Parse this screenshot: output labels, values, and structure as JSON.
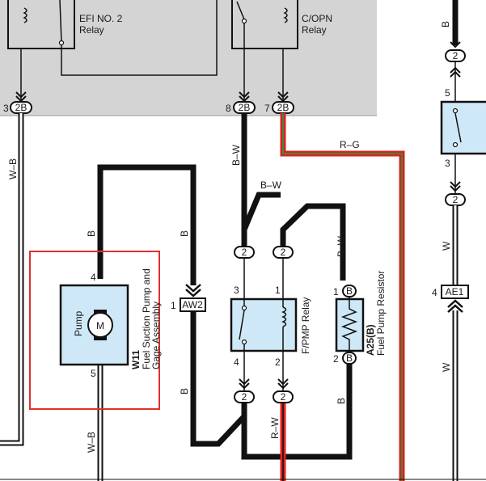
{
  "relays_top": {
    "efi_no2": {
      "name": "EFI NO. 2",
      "sub": "Relay"
    },
    "copn": {
      "name": "C/OPN",
      "sub": "Relay"
    }
  },
  "connectors": {
    "c2b": "2B",
    "c2": "2",
    "cb": "B",
    "aw2": "AW2",
    "ae1": "AE1"
  },
  "pins": {
    "p1": "1",
    "p2": "2",
    "p3": "3",
    "p4": "4",
    "p5": "5",
    "p7": "7",
    "p8": "8"
  },
  "wires": {
    "wb": "W–B",
    "bw": "B–W",
    "rg": "R–G",
    "b": "B",
    "w": "W",
    "rw": "R–W"
  },
  "components": {
    "pump_motor_label": "Pump",
    "motor_symbol": "M",
    "w11_code": "W11",
    "w11_name_line1": "Fuel Suction Pump and",
    "w11_name_line2": "Gage Assembly",
    "fpmp_relay": "F/PMP Relay",
    "a25_code": "A25(B)",
    "a25_name": "Fuel Pump Resistor"
  },
  "colors": {
    "relay_fill": "#cfe8f7",
    "panel_gray": "#d4d4d4",
    "highlight_box": "#e03030",
    "wire_red": "#e02020",
    "wire_green": "#3a8a3a"
  }
}
